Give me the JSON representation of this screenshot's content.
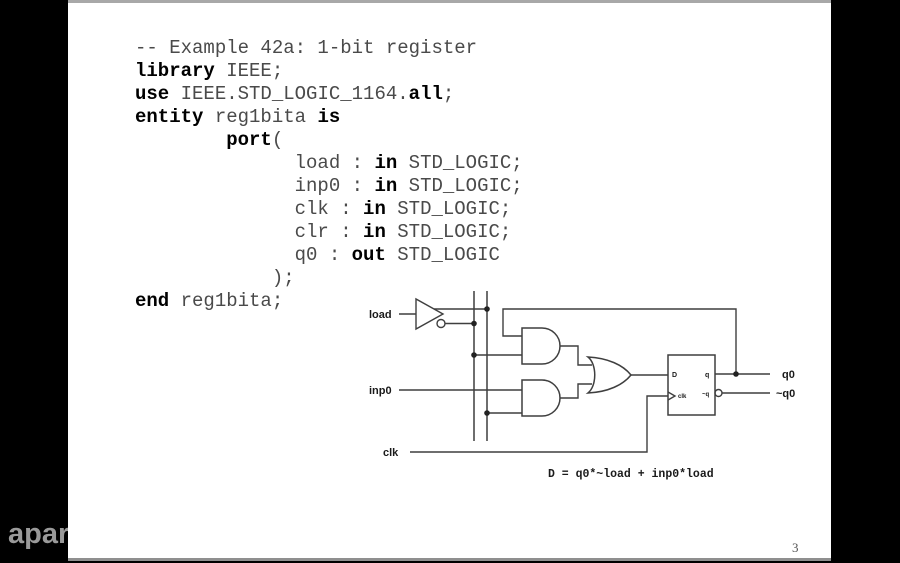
{
  "frame": {
    "watermark": "apar",
    "page_number": "3"
  },
  "code": {
    "lines": [
      [
        {
          "t": "-- Example 42a: 1-bit register",
          "b": false
        }
      ],
      [
        {
          "t": "library",
          "b": true
        },
        {
          "t": " IEEE;",
          "b": false
        }
      ],
      [
        {
          "t": "use",
          "b": true
        },
        {
          "t": " IEEE.STD_LOGIC_1164.",
          "b": false
        },
        {
          "t": "all",
          "b": true
        },
        {
          "t": ";",
          "b": false
        }
      ],
      [
        {
          "t": "entity",
          "b": true
        },
        {
          "t": " reg1bita ",
          "b": false
        },
        {
          "t": "is",
          "b": true
        }
      ],
      [
        {
          "t": "        ",
          "b": false
        },
        {
          "t": "port",
          "b": true
        },
        {
          "t": "(",
          "b": false
        }
      ],
      [
        {
          "t": "              load : ",
          "b": false
        },
        {
          "t": "in",
          "b": true
        },
        {
          "t": " STD_LOGIC;",
          "b": false
        }
      ],
      [
        {
          "t": "              inp0 : ",
          "b": false
        },
        {
          "t": "in",
          "b": true
        },
        {
          "t": " STD_LOGIC;",
          "b": false
        }
      ],
      [
        {
          "t": "              clk : ",
          "b": false
        },
        {
          "t": "in",
          "b": true
        },
        {
          "t": " STD_LOGIC;",
          "b": false
        }
      ],
      [
        {
          "t": "              clr : ",
          "b": false
        },
        {
          "t": "in",
          "b": true
        },
        {
          "t": " STD_LOGIC;",
          "b": false
        }
      ],
      [
        {
          "t": "              q0 : ",
          "b": false
        },
        {
          "t": "out",
          "b": true
        },
        {
          "t": " STD_LOGIC",
          "b": false
        }
      ],
      [
        {
          "t": "            );",
          "b": false
        }
      ],
      [
        {
          "t": "end",
          "b": true
        },
        {
          "t": " reg1bita;",
          "b": false
        }
      ]
    ]
  },
  "diagram": {
    "labels": {
      "load": "load",
      "inp0": "inp0",
      "clk": "clk",
      "q0": "q0",
      "not_q0": "~q0",
      "ff_d": "D",
      "ff_q": "q",
      "ff_clk": "clk",
      "ff_not_q": "~q",
      "equation": "D = q0*~load + inp0*load"
    }
  }
}
